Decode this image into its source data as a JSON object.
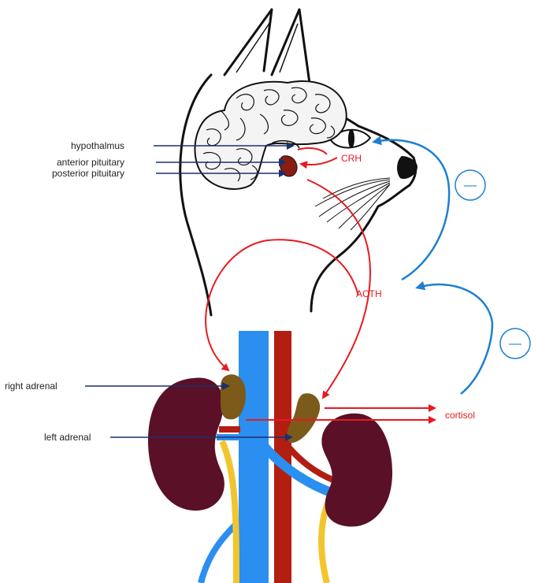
{
  "labels": {
    "hypothalmus": "hypothalmus",
    "anterior_pituitary": "anterior pituitary",
    "posterior_pituitary": "posterior pituitary",
    "right_adrenal": "right adrenal",
    "left_adrenal": "left adrenal"
  },
  "hormones": {
    "crh": "CRH",
    "acth": "ACTH",
    "cortisol": "cortisol"
  },
  "feedback_symbol": "—",
  "colors": {
    "stimulation": "#e8191f",
    "feedback": "#1f7fd0",
    "leader": "#1c2f6e",
    "kidney": "#5a1027",
    "adrenal": "#7b5a1a",
    "vein": "#2a8ff0",
    "artery": "#b21e12",
    "ureter": "#f2c52e",
    "outline": "#111111"
  }
}
